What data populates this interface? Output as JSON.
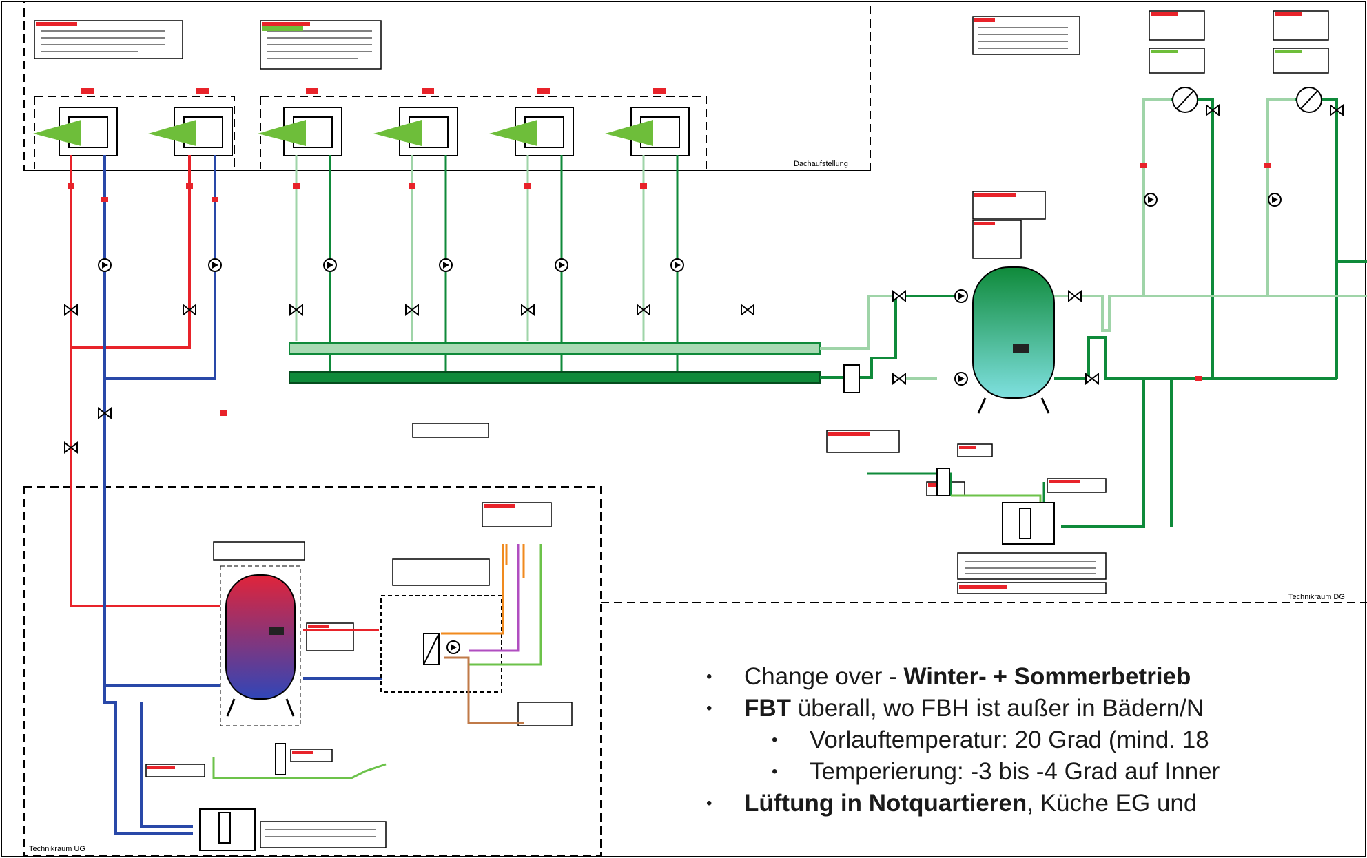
{
  "zones": {
    "roof": "Dachaufstellung",
    "tech_dg": "Technikraum DG",
    "tech_ug": "Technikraum UG"
  },
  "bullets": [
    {
      "level": 1,
      "plain": "Change over - ",
      "bold": "Winter- + Sommerbetrieb",
      "rest": ""
    },
    {
      "level": 1,
      "plain": "",
      "bold": "FBT",
      "rest": " überall, wo FBH ist außer in Bädern/N"
    },
    {
      "level": 2,
      "plain": "Vorlauftemperatur: 20 Grad (mind. 18",
      "bold": "",
      "rest": ""
    },
    {
      "level": 2,
      "plain": "Temperierung: -3 bis -4 Grad auf Inner",
      "bold": "",
      "rest": ""
    },
    {
      "level": 1,
      "plain": "",
      "bold": "Lüftung in Notquartieren",
      "rest": ", Küche EG und"
    }
  ],
  "colors": {
    "supply_hot": "#e8232a",
    "return_cold": "#2948a8",
    "chilled_supply": "#0f8a3a",
    "chilled_return": "#9fd4a8",
    "solar": "#c07a48",
    "orange": "#f08a1e",
    "purple": "#b04ec0",
    "lime": "#6cc24a",
    "heat_pump_fan": "#6ebe3a",
    "buffer_cool": "#2fbfb8",
    "storage_hot": "#e0243a",
    "storage_cold": "#3046b8"
  },
  "icons": [
    "heat-pump-icon",
    "pump-icon",
    "valve-icon",
    "buffer-tank-icon",
    "hot-water-tank-icon",
    "heat-exchanger-icon",
    "expansion-vessel-icon",
    "filter-icon"
  ]
}
